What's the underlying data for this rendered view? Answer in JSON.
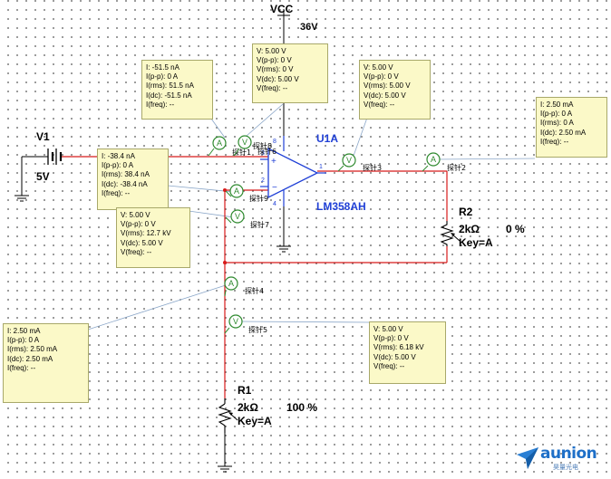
{
  "power": {
    "vcc_label": "VCC",
    "vcc_value": "36V"
  },
  "source": {
    "name": "V1",
    "value": "5V"
  },
  "opamp": {
    "name": "U1A",
    "model": "LM358AH",
    "pin_vplus": "8",
    "pin_out": "1",
    "pin_inplus": "3",
    "pin_inminus": "2",
    "pin_vminus": "4"
  },
  "r1": {
    "name": "R1",
    "value": "2kΩ",
    "percent": "100 %",
    "key": "Key=A"
  },
  "r2": {
    "name": "R2",
    "value": "2kΩ",
    "percent": "0 %",
    "key": "Key=A"
  },
  "probes": {
    "p1": "探针1",
    "p2": "探针2",
    "p3": "探针3",
    "p4": "探针4",
    "p5": "探针5",
    "p6": "探针6",
    "p7": "探针7",
    "p8": "探针8",
    "p9": "探针9"
  },
  "meter_boxes": {
    "i_top_left": [
      "I: -51.5 nA",
      "I(p-p): 0 A",
      "I(rms): 51.5 nA",
      "I(dc): -51.5 nA",
      "I(freq): --"
    ],
    "v_top": [
      "V: 5.00 V",
      "V(p-p): 0 V",
      "V(rms): 0 V",
      "V(dc): 5.00 V",
      "V(freq): --"
    ],
    "v_out": [
      "V: 5.00 V",
      "V(p-p): 0 V",
      "V(rms): 5.00 V",
      "V(dc): 5.00 V",
      "V(freq): --"
    ],
    "i_right": [
      "I: 2.50 mA",
      "I(p-p): 0 A",
      "I(rms): 0 A",
      "I(dc): 2.50 mA",
      "I(freq): --"
    ],
    "i_mid": [
      "I: -38.4 nA",
      "I(p-p): 0 A",
      "I(rms): 38.4 nA",
      "I(dc): -38.4 nA",
      "I(freq): --"
    ],
    "v_mid": [
      "V: 5.00 V",
      "V(p-p): 0 V",
      "V(rms): 12.7 kV",
      "V(dc): 5.00 V",
      "V(freq): --"
    ],
    "i_bottom": [
      "I: 2.50 mA",
      "I(p-p): 0 A",
      "I(rms): 2.50 mA",
      "I(dc): 2.50 mA",
      "I(freq): --"
    ],
    "v_bottom": [
      "V: 5.00 V",
      "V(p-p): 0 V",
      "V(rms): 6.18 kV",
      "V(dc): 5.00 V",
      "V(freq): --"
    ]
  },
  "probe_glyphs": {
    "ammeter": "A",
    "voltmeter": "V"
  },
  "logo": {
    "brand": "aunion",
    "sub": "昊量光电"
  },
  "colors": {
    "wire_red": "#d81a1a",
    "wire_black": "#000000",
    "wire_blue": "#1f3fd6",
    "probe_green": "#2f8a2f",
    "box_fill": "#fbf9c8",
    "callout_line": "#8aa6c8"
  }
}
